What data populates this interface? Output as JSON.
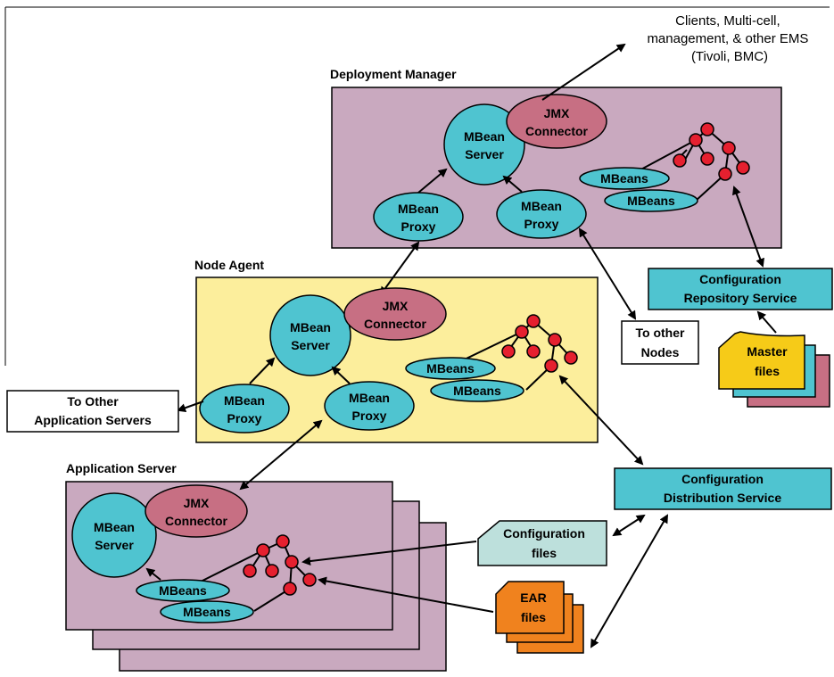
{
  "colors": {
    "mauve": "#c9a9bf",
    "yellow": "#fcee9c",
    "teal": "#4fc4d0",
    "jmx": "#c76f83",
    "red": "#e5202f",
    "config_files": "#bde0dc",
    "ear": "#f0821e",
    "master_gold": "#f6cb18"
  },
  "labels": {
    "external_clients": [
      "Clients, Multi-cell,",
      "management, & other EMS",
      "(Tivoli, BMC)"
    ],
    "deployment_manager": "Deployment Manager",
    "node_agent": "Node Agent",
    "application_server": "Application Server",
    "mbean_server": [
      "MBean",
      "Server"
    ],
    "jmx_connector": [
      "JMX",
      "Connector"
    ],
    "mbean_proxy": [
      "MBean",
      "Proxy"
    ],
    "mbeans": "MBeans",
    "config_repository_service": [
      "Configuration",
      "Repository Service"
    ],
    "master_files": [
      "Master",
      "files"
    ],
    "to_other_nodes": [
      "To other",
      "Nodes"
    ],
    "to_other_app_servers": [
      "To Other",
      "Application Servers"
    ],
    "config_distribution_service": [
      "Configuration",
      "Distribution Service"
    ],
    "configuration_files": [
      "Configuration",
      "files"
    ],
    "ear_files": [
      "EAR",
      "files"
    ]
  }
}
